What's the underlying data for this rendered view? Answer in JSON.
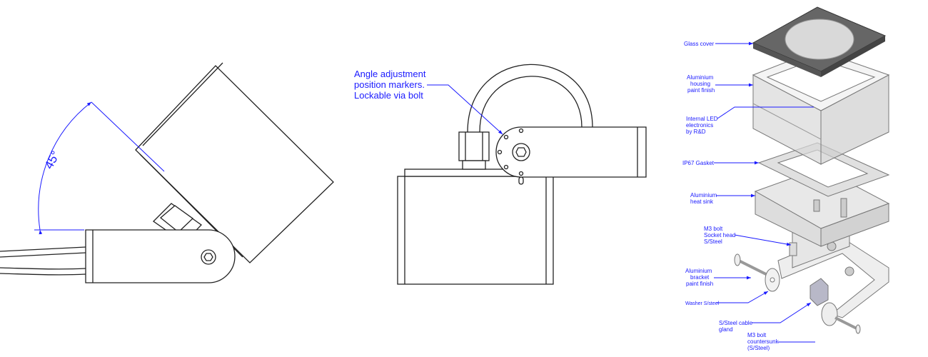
{
  "side_view": {
    "angle_label": "45°"
  },
  "front_view": {
    "callout_lines": [
      "Angle adjustment",
      "position markers.",
      "Lockable via bolt"
    ]
  },
  "exploded_view": {
    "labels": {
      "glass_cover": [
        "Glass cover"
      ],
      "housing": [
        "Aluminium",
        "housing",
        "paint finish"
      ],
      "led": [
        "Internal LED",
        "electronics",
        "by R&D"
      ],
      "gasket": [
        "IP67 Gasket"
      ],
      "heat_sink": [
        "Aluminium",
        "heat sink"
      ],
      "socket_bolt": [
        "M3 bolt",
        "Socket head",
        "S/Steel"
      ],
      "bracket": [
        "Aluminium",
        "bracket",
        "paint finish"
      ],
      "washer": [
        "Washer S/steel"
      ],
      "cable_gland": [
        "S/Steel cable",
        "gland"
      ],
      "countersunk_bolt": [
        "M3 bolt",
        "countersunk",
        "(S/Steel)"
      ]
    }
  },
  "colors": {
    "annotation": "#1a1aff",
    "line": "#222222",
    "glass": "#555555"
  }
}
